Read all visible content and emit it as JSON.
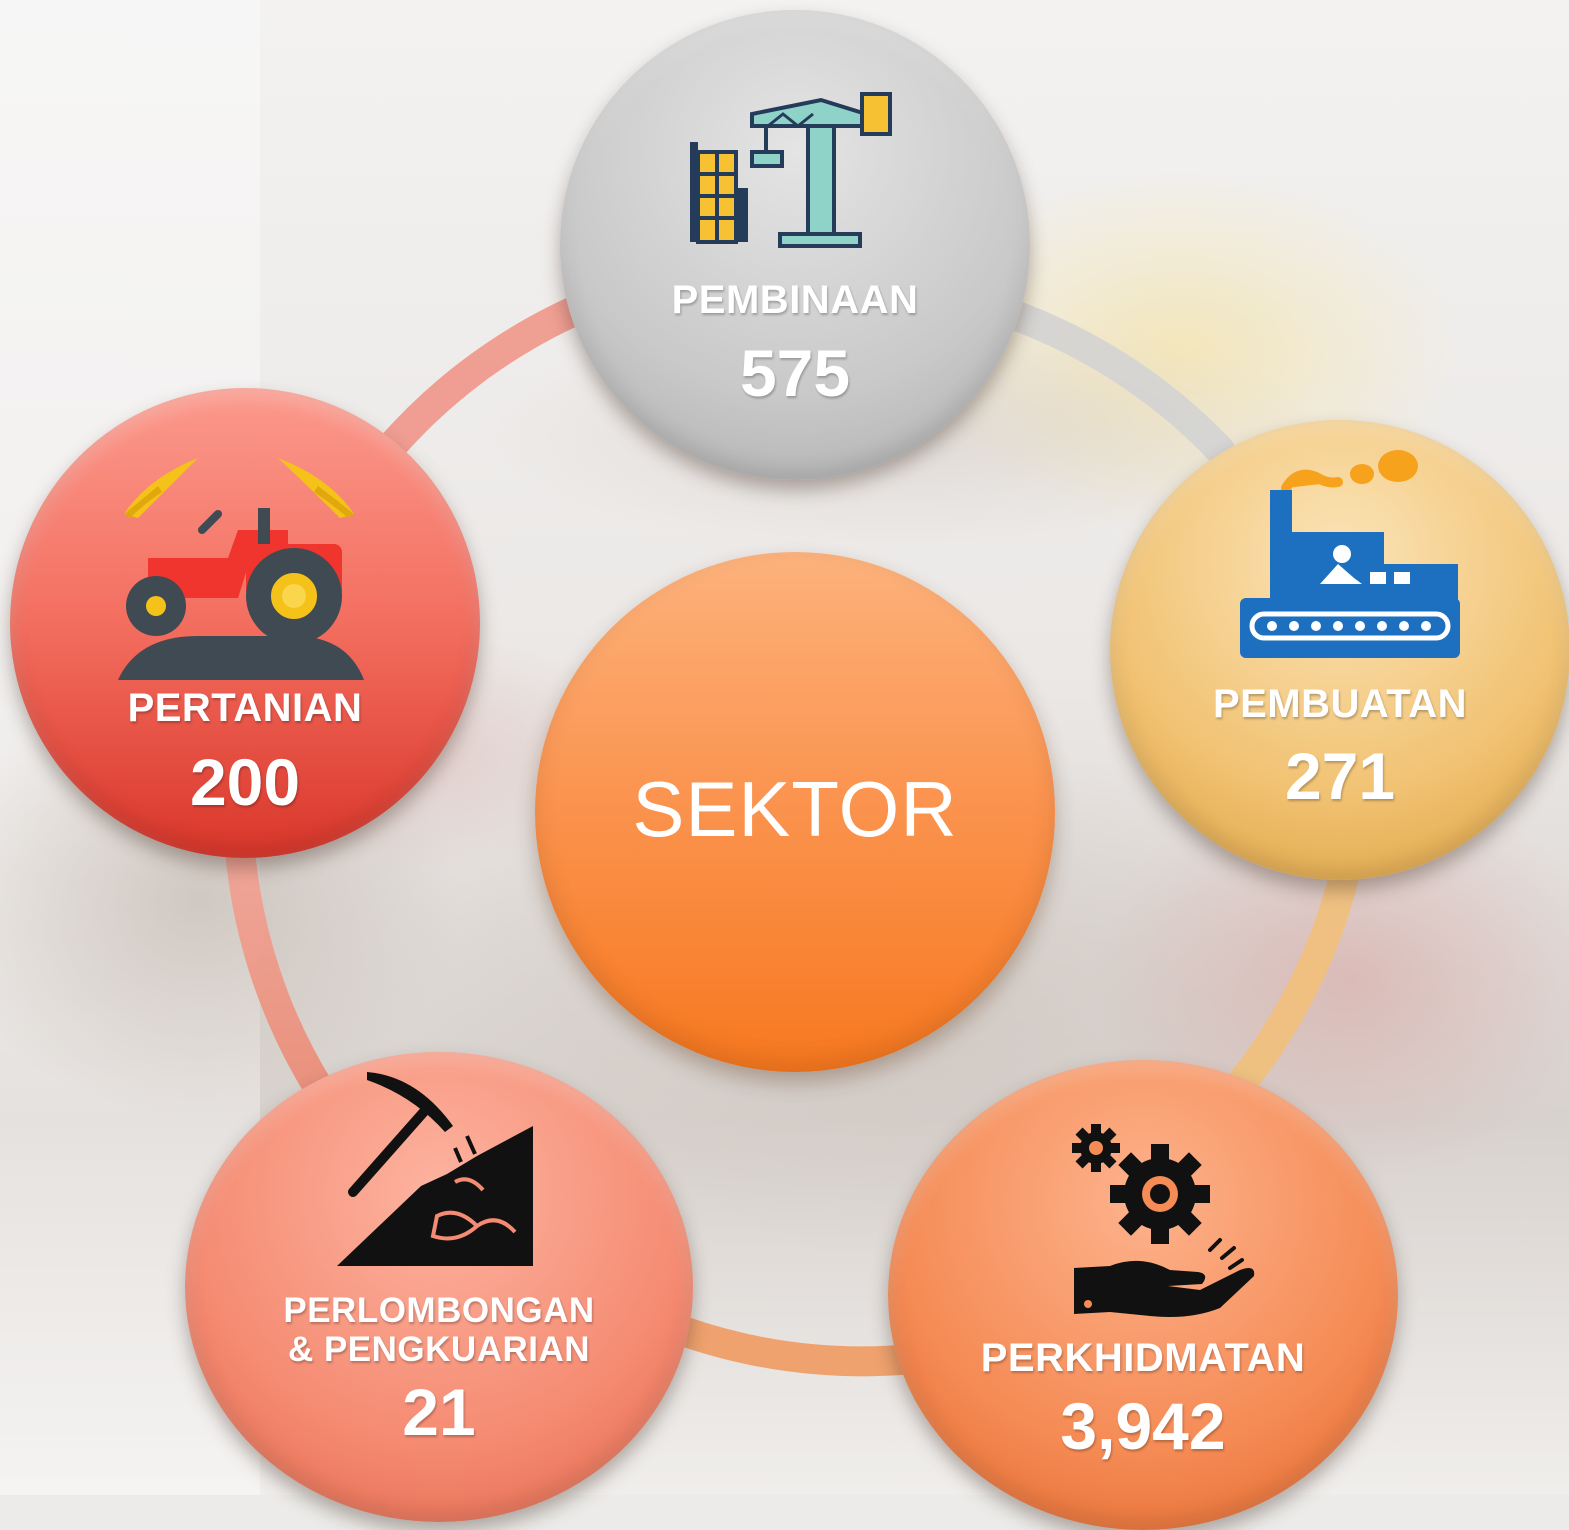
{
  "center": {
    "title": "SEKTOR"
  },
  "sectors": {
    "pembinaan": {
      "label": "PEMBINAAN",
      "value": "575",
      "color": "#c9c9c9"
    },
    "pembuatan": {
      "label": "PEMBUATAN",
      "value": "271",
      "color": "#f1c272"
    },
    "pertanian": {
      "label": "PERTANIAN",
      "value": "200",
      "color": "#f36e5f"
    },
    "perlombongan": {
      "label_line1": "PERLOMBONGAN",
      "label_line2": "& PENGKUARIAN",
      "value": "21",
      "color": "#f58b72"
    },
    "perkhidmatan": {
      "label": "PERKHIDMATAN",
      "value": "3,942",
      "color": "#f58b55"
    }
  },
  "icons": {
    "pembinaan": "crane-icon",
    "pembuatan": "factory-icon",
    "pertanian": "tractor-icon",
    "perlombongan": "pickaxe-icon",
    "perkhidmatan": "gears-hand-icon"
  }
}
